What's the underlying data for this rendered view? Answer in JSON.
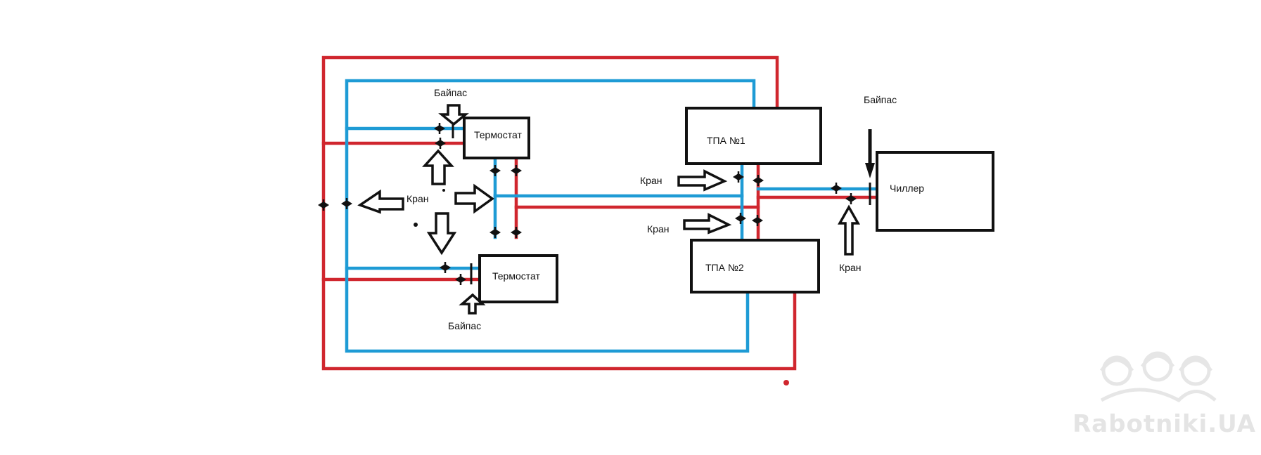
{
  "colors": {
    "hot": "#d0262e",
    "cold": "#1e9bd5",
    "ink": "#111111",
    "watermark": "#e6e6e6"
  },
  "labels": {
    "thermostat_top": "Термостат",
    "thermostat_bottom": "Термостат",
    "tpa1": "ТПА №1",
    "tpa2": "ТПА №2",
    "chiller": "Чиллер",
    "bypass_top": "Байпас",
    "bypass_bottom": "Байпас",
    "bypass_chiller": "Байпас",
    "valve_left": "Кран",
    "valve_tpa1": "Кран",
    "valve_tpa2": "Кран",
    "valve_chiller": "Кран"
  },
  "watermark": {
    "text": "Rabotniki.UA"
  }
}
